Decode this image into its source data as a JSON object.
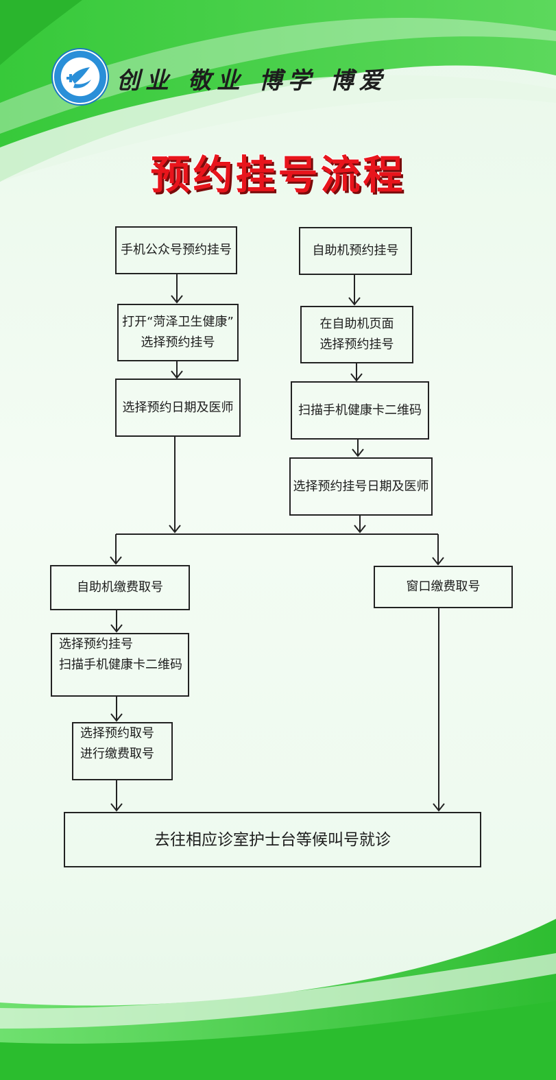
{
  "header": {
    "slogan": "创业 敬业 博学 博爱",
    "title": "预约挂号流程"
  },
  "flow": {
    "left_branch": {
      "step1": "手机公众号预约挂号",
      "step2_line1": "打开“菏泽卫生健康”",
      "step2_line2": "选择预约挂号",
      "step3": "选择预约日期及医师"
    },
    "right_branch": {
      "step1": "自助机预约挂号",
      "step2_line1": "在自助机页面",
      "step2_line2": "选择预约挂号",
      "step3": "扫描手机健康卡二维码",
      "step4": "选择预约挂号日期及医师"
    },
    "payment_self": {
      "step1": "自助机缴费取号",
      "step2_line1": "选择预约挂号",
      "step2_line2": "扫描手机健康卡二维码",
      "step3_line1": "选择预约取号",
      "step3_line2": "进行缴费取号"
    },
    "payment_window": "窗口缴费取号",
    "final": "去往相应诊室护士台等候叫号就诊"
  },
  "colors": {
    "accent_green": "#2fc32f",
    "title_red": "#e8151c",
    "logo_blue": "#2a8fd8"
  }
}
